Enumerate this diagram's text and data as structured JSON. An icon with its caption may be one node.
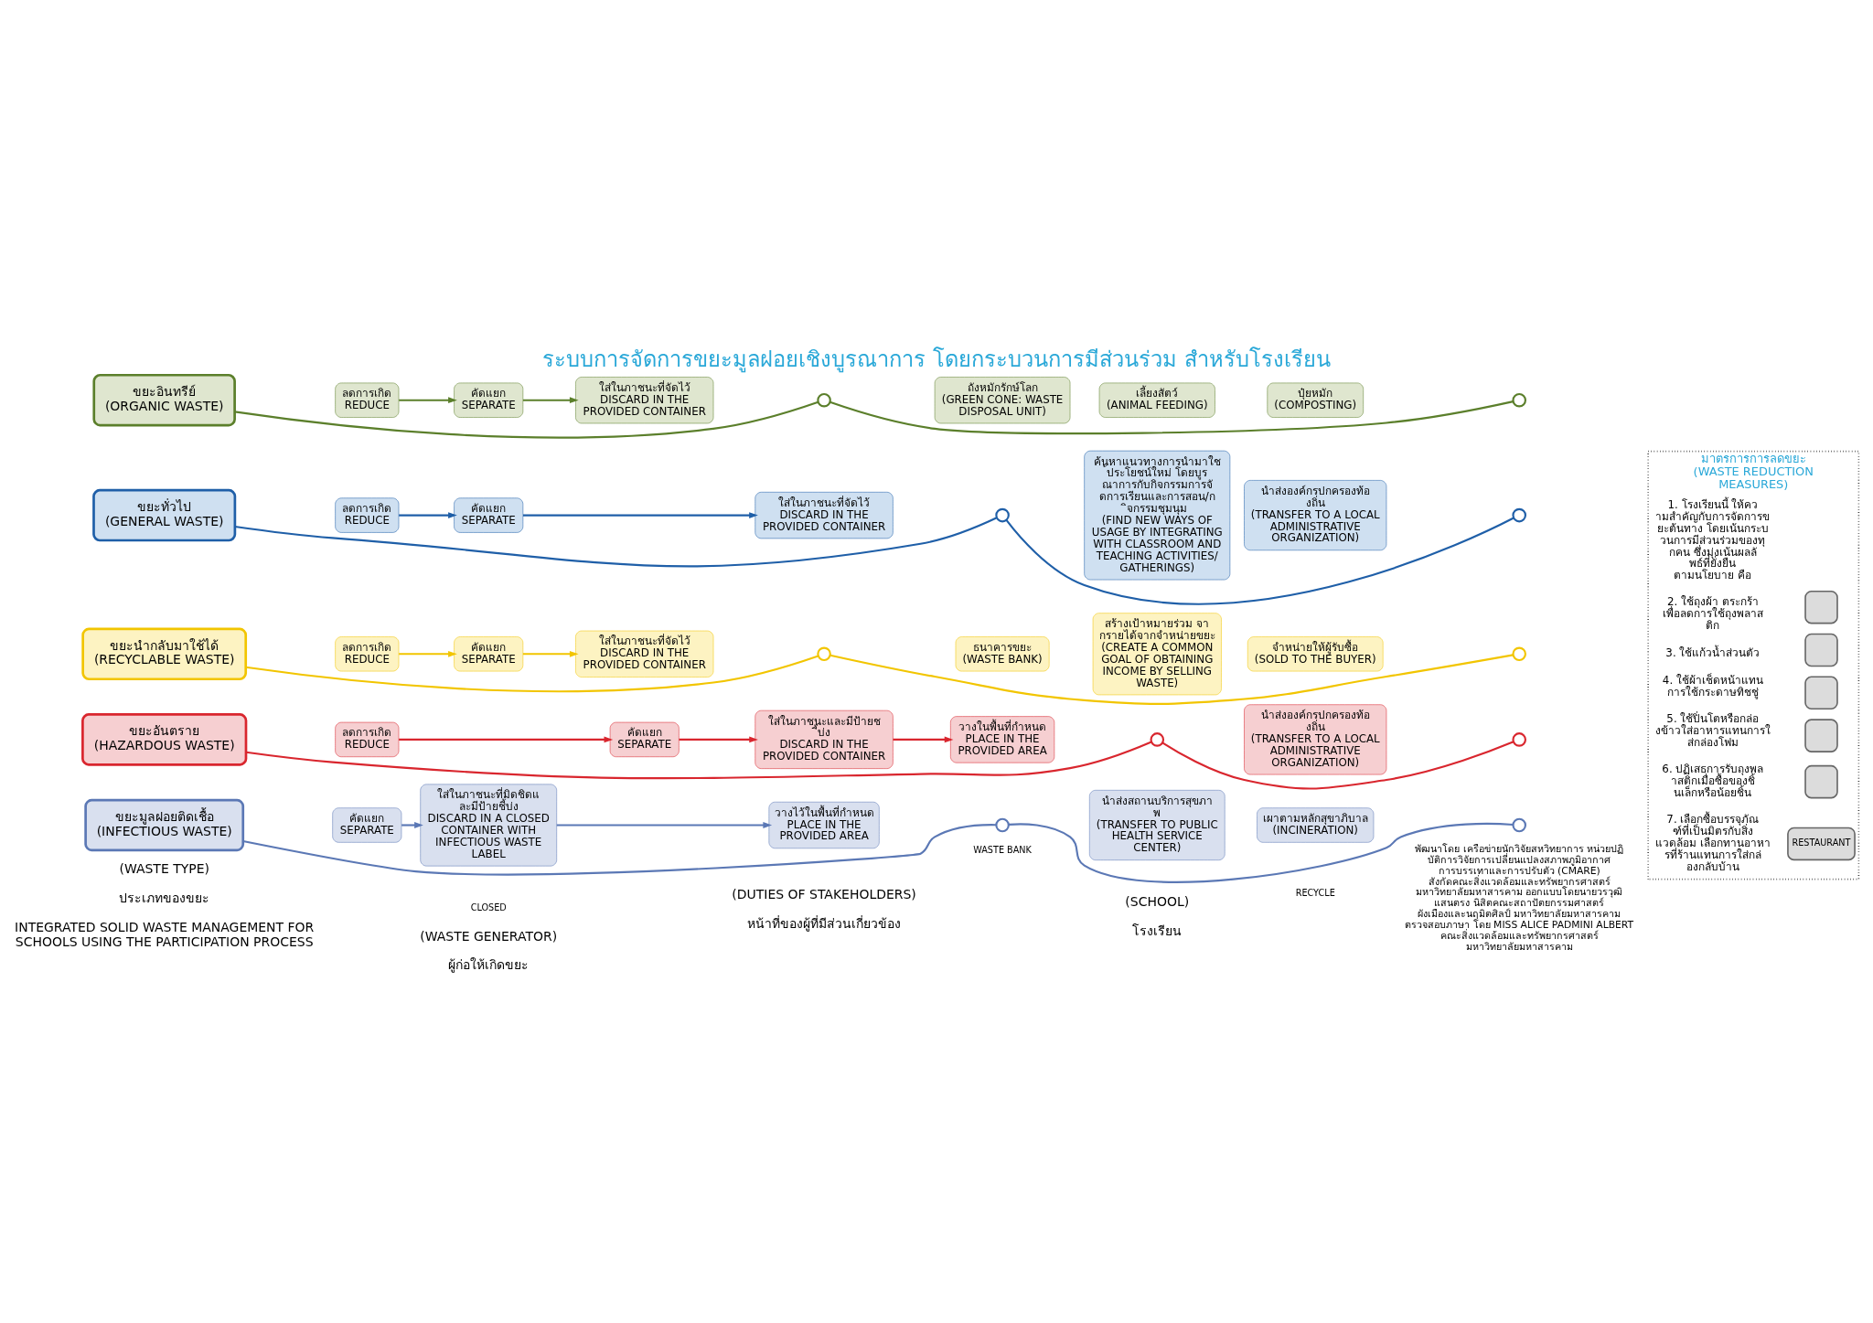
{
  "diagram": {
    "title": "ระบบการจัดการขยะมูลฝอยเชิงบูรณาการ โดยกระบวนการมีส่วนร่วม สำหรับโรงเรียน",
    "nodes": [
      {
        "text": [
          "ขยะอินทรีย์",
          "(ORGANIC WASTE)"
        ]
      },
      {
        "text": [
          "ลดการเกิด",
          "REDUCE"
        ]
      },
      {
        "text": [
          "คัดแยก",
          "SEPARATE"
        ]
      },
      {
        "text": [
          "ใส่ในภาชนะที่จัดไว้",
          "DISCARD IN THE PROVIDED CONTAINER"
        ]
      },
      {
        "text": [],
        "shape": "circle"
      },
      {
        "text": [
          "ถังหมักรักษ์โลก",
          "(GREEN CONE: WASTE DISPOSAL UNIT)"
        ]
      },
      {
        "text": [
          "เลี้ยงสัตว์",
          "(ANIMAL FEEDING)"
        ]
      },
      {
        "text": [
          "ปุ๋ยหมัก",
          "(COMPOSTING)"
        ]
      },
      {
        "text": [],
        "shape": "circle"
      },
      {
        "text": [
          "ขยะทั่วไป",
          "(GENERAL WASTE)"
        ]
      },
      {
        "text": [
          "ลดการเกิด",
          "REDUCE"
        ]
      },
      {
        "text": [
          "คัดแยก",
          "SEPARATE"
        ]
      },
      {
        "text": [
          "ใส่ในภาชนะที่จัดไว้",
          "DISCARD IN THE PROVIDED CONTAINER"
        ]
      },
      {
        "text": [],
        "shape": "circle"
      },
      {
        "text": [
          "ค้นหาแนวทางการนำมาใช้ประโยชน์ใหม่ โดยบูรณาการกับกิจกรรมการจัดการเรียนและการสอน/กิจกรรมชุมนุม",
          "(FIND NEW WAYS OF USAGE BY INTEGRATING WITH CLASSROOM AND TEACHING ACTIVITIES/GATHERINGS)"
        ]
      },
      {
        "text": [
          "นำส่งองค์กรปกครองท้องถิ่น",
          "(TRANSFER TO A LOCAL ADMINISTRATIVE ORGANIZATION)"
        ]
      },
      {
        "text": [],
        "shape": "circle"
      },
      {
        "text": [
          "ขยะนำกลับมาใช้ได้",
          "(RECYCLABLE WASTE)"
        ]
      },
      {
        "text": [
          "ลดการเกิด",
          "REDUCE"
        ]
      },
      {
        "text": [
          "คัดแยก",
          "SEPARATE"
        ]
      },
      {
        "text": [
          "ใส่ในภาชนะที่จัดไว้",
          "DISCARD IN THE PROVIDED CONTAINER"
        ]
      },
      {
        "text": [],
        "shape": "circle"
      },
      {
        "text": [
          "ธนาคารขยะ",
          "(WASTE BANK)"
        ]
      },
      {
        "text": [
          "สร้างเป้าหมายร่วม จากรายได้จากจำหน่ายขยะ",
          "(CREATE A COMMON GOAL OF OBTAINING INCOME BY SELLING WASTE)"
        ]
      },
      {
        "text": [
          "จำหน่ายให้ผู้รับซื้อ",
          "(SOLD TO THE BUYER)"
        ]
      },
      {
        "text": [],
        "shape": "circle"
      },
      {
        "text": [
          "ขยะอันตราย",
          "(HAZARDOUS WASTE)"
        ]
      },
      {
        "text": [
          "ลดการเกิด",
          "REDUCE"
        ]
      },
      {
        "text": [
          "คัดแยก",
          "SEPARATE"
        ]
      },
      {
        "text": [
          "ใส่ในภาชนะและมีป้ายชี้บ่ง",
          "DISCARD IN THE PROVIDED CONTAINER"
        ]
      },
      {
        "text": [
          "วางในพื้นที่กำหนด",
          "PLACE IN THE PROVIDED AREA"
        ]
      },
      {
        "text": [],
        "shape": "circle"
      },
      {
        "text": [
          "นำส่งองค์กรปกครองท้องถิ่น",
          "(TRANSFER TO A LOCAL ADMINISTRATIVE ORGANIZATION)"
        ]
      },
      {
        "text": [],
        "shape": "circle"
      },
      {
        "text": [
          "ขยะมูลฝอยติดเชื้อ",
          "(INFECTIOUS WASTE)"
        ]
      },
      {
        "text": [
          "คัดแยก",
          "SEPARATE"
        ]
      },
      {
        "text": [
          "ใส่ในภาชนะที่มิดชิดและมีป้ายชี้บ่ง",
          "DISCARD IN A CLOSED CONTAINER WITH INFECTIOUS WASTE LABEL"
        ]
      },
      {
        "text": [
          "วางไว้ในพื้นที่กำหนด",
          "PLACE IN THE PROVIDED AREA"
        ]
      },
      {
        "text": [],
        "shape": "circle"
      },
      {
        "text": [
          "นำส่งสถานบริการสุขภาพ",
          "(TRANSFER TO PUBLIC HEALTH SERVICE CENTER)"
        ]
      },
      {
        "text": [
          "เผาตามหลักสุขาภิบาล",
          "(INCINERATION)"
        ]
      },
      {
        "text": [],
        "shape": "circle"
      },
      {
        "text": [
          "มาตรการการลดขยะ",
          "(WASTE REDUCTION MEASURES)"
        ]
      },
      {
        "text": [
          "1. โรงเรียนนี้ ให้ความสำคัญกับการจัดการขยะต้นทาง โดยเน้นกระบวนการมีส่วนร่วมของทุกคน ซึ่งมุ่งเน้นผลลัพธ์ที่ยั่งยืน ตามนโยบาย คือ"
        ],
        "in": 42
      },
      {
        "text": [
          "2. ใช้ถุงผ้า ตระกร้าเพื่อลดการใช้ถุงพลาสติก"
        ],
        "in": 42
      },
      {
        "text": [],
        "shape": "box",
        "in": 42
      },
      {
        "text": [
          "3. ใช้แก้วน้ำส่วนตัว"
        ],
        "in": 42
      },
      {
        "text": [],
        "shape": "box",
        "in": 42
      },
      {
        "text": [
          "4. ใช้ผ้าเช็ดหน้าแทนการใช้กระดาษทิชชู่"
        ],
        "in": 42
      },
      {
        "text": [],
        "shape": "box",
        "in": 42
      },
      {
        "text": [
          "5. ใช้ปิ่นโตหรือกล่องข้าวใส่อาหารแทนการใส่กล่องโฟม"
        ],
        "in": 42
      },
      {
        "text": [],
        "shape": "box",
        "in": 42
      },
      {
        "text": [
          "6. ปฏิเสธการรับถุงพลาสติกเมื่อซื้อของชิ้นเล็กหรือน้อยชิ้น"
        ],
        "in": 42
      },
      {
        "text": [],
        "shape": "box",
        "in": 42
      },
      {
        "text": [
          "7. เลือกซื้อบรรจุภัณฑ์ที่เป็นมิตรกับสิ่งแวดล้อม เลือกทานอาหารที่ร้านแทนการใส่กล่องกลับบ้าน"
        ],
        "in": 42
      },
      {
        "text": [
          "RESTAURANT"
        ],
        "in": 42
      }
    ],
    "edges": [
      {
        "from": 0,
        "to": 4,
        "arrow": "none",
        "color": "#5b7f2b"
      },
      {
        "from": 1,
        "to": 2,
        "arrow": "to",
        "color": "#5b7f2b"
      },
      {
        "from": 2,
        "to": 3,
        "arrow": "to",
        "color": "#5b7f2b"
      },
      {
        "from": 4,
        "to": 8,
        "arrow": "none",
        "color": "#5b7f2b"
      },
      {
        "from": 9,
        "to": 13,
        "arrow": "none",
        "color": "#1f5fa8"
      },
      {
        "from": 10,
        "to": 11,
        "arrow": "to",
        "color": "#1f5fa8"
      },
      {
        "from": 11,
        "to": 12,
        "arrow": "to",
        "color": "#1f5fa8"
      },
      {
        "from": 13,
        "to": 16,
        "arrow": "none",
        "color": "#1f5fa8"
      },
      {
        "from": 17,
        "to": 21,
        "arrow": "none",
        "color": "#f2c500"
      },
      {
        "from": 18,
        "to": 19,
        "arrow": "to",
        "color": "#f2c500"
      },
      {
        "from": 19,
        "to": 20,
        "arrow": "to",
        "color": "#f2c500"
      },
      {
        "from": 21,
        "to": 25,
        "arrow": "none",
        "color": "#f2c500"
      },
      {
        "from": 26,
        "to": 31,
        "arrow": "none",
        "color": "#d9262e"
      },
      {
        "from": 27,
        "to": 28,
        "arrow": "to",
        "color": "#d9262e"
      },
      {
        "from": 28,
        "to": 29,
        "arrow": "to",
        "color": "#d9262e"
      },
      {
        "from": 29,
        "to": 30,
        "arrow": "to",
        "color": "#d9262e"
      },
      {
        "from": 31,
        "to": 33,
        "arrow": "none",
        "color": "#d9262e"
      },
      {
        "from": 34,
        "to": 38,
        "arrow": "none",
        "color": "#5b78b5"
      },
      {
        "from": 35,
        "to": 36,
        "arrow": "to",
        "color": "#5b78b5"
      },
      {
        "from": 36,
        "to": 37,
        "arrow": "to",
        "color": "#5b78b5"
      },
      {
        "from": 38,
        "to": 41,
        "arrow": "none",
        "color": "#5b78b5"
      }
    ],
    "labels": [
      "INTEGRATED SOLID WASTE MANAGEMENT FOR SCHOOLS USING THE PARTICIPATION PROCESS",
      "พัฒนาโดย เครือข่ายนักวิจัยสหวิทยาการ หน่วยปฏิบัติการวิจัยการเปลี่ยนแปลงสภาพภูมิอากาศ การบรรเทาและการปรับตัว (CMARE) สังกัดคณะสิ่งแวดล้อมและทรัพยากรศาสตร์ มหาวิทยาลัยมหาสารคาม ออกแบบโดยนายวรวุฒิ แสนตรง นิสิตคณะสถาปัตยกรรมศาสตร์ ผังเมืองและนฤมิตศิลป์ มหาวิทยาลัยมหาสารคาม ตรวจสอบภาษา โดย MISS ALICE PADMINI ALBERT คณะสิ่งแวดล้อมและทรัพยากรศาสตร์ มหาวิทยาลัยมหาสารคาม",
      "ประเภทของขยะ",
      "(WASTE TYPE)",
      "หน้าที่ของผู้ที่มีส่วนเกี่ยวข้อง",
      "(DUTIES OF STAKEHOLDERS)",
      "ผู้ก่อให้เกิดขยะ",
      "(WASTE GENERATOR)",
      "โรงเรียน",
      "(SCHOOL)",
      "WASTE BANK",
      "RECYCLE",
      "CLOSED"
    ]
  }
}
